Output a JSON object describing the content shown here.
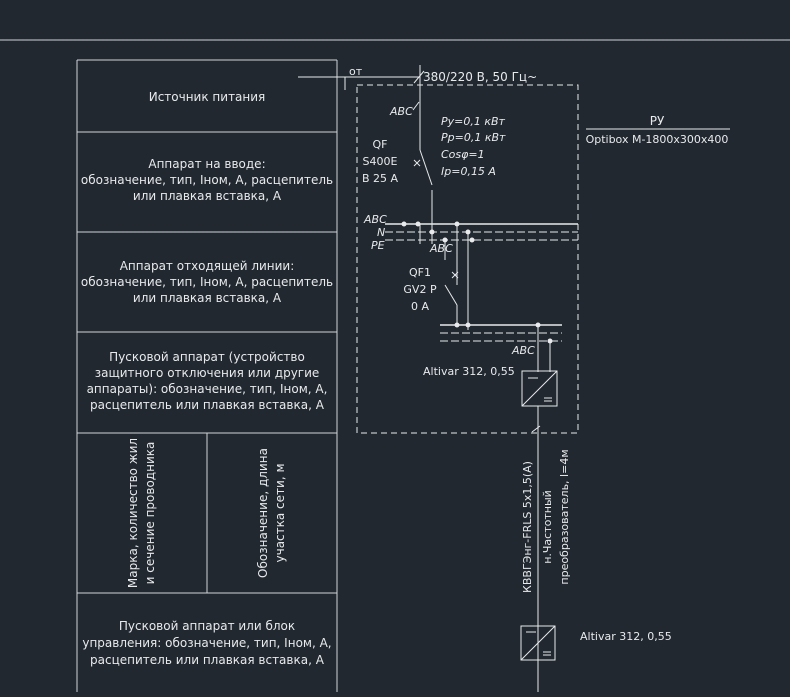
{
  "table": {
    "rows": [
      {
        "lines": [
          "Источник питания"
        ]
      },
      {
        "lines": [
          "Аппарат на вводе:",
          "обозначение, тип, Iном, А, расцепитель",
          "или плавкая вставка, А"
        ]
      },
      {
        "lines": [
          "Аппарат отходящей линии:",
          "обозначение, тип, Iном, А, расцепитель",
          "или плавкая вставка, А"
        ]
      },
      {
        "lines": [
          "Пусковой аппарат (устройство",
          "защитного отключения или другие",
          "аппараты): обозначение, тип, Iном, А,",
          "расцепитель или плавкая вставка, А"
        ]
      },
      {
        "lines": [
          "Пусковой аппарат или блок",
          "управления: обозначение, тип, Iном, А,",
          "расцепитель или плавкая вставка, А"
        ]
      }
    ],
    "vertical_cells": {
      "cable_mark": [
        "Марка, количество жил",
        "и сечение проводника"
      ],
      "line_length": [
        "Обозначение, длина",
        "участка сети, м"
      ]
    }
  },
  "diagram": {
    "source_from": "от",
    "source_voltage": "380/220 В, 50 Гц~",
    "panel_name": "РУ",
    "panel_type": "Optibox M-1800x300x400",
    "params": [
      "Pу=0,1 кВт",
      "Pр=0,1 кВт",
      "Cosφ=1",
      "Iр=0,15 А"
    ],
    "phase_label": "ABC",
    "bus_labels": [
      "ABC",
      "N",
      "PE"
    ],
    "qf": {
      "name": "QF",
      "type": "S400E",
      "rating": "B 25 A"
    },
    "qf1": {
      "name": "QF1",
      "type": "GV2 P",
      "rating": "0 A"
    },
    "drive_label": "Altivar 312, 0,55",
    "cable_text": [
      "КВВГЭнг-FRLS 5x1,5(А)",
      "н.Частотный",
      "преобразователь, l=4м"
    ],
    "bottom_drive_label": "Altivar 312, 0,55"
  }
}
